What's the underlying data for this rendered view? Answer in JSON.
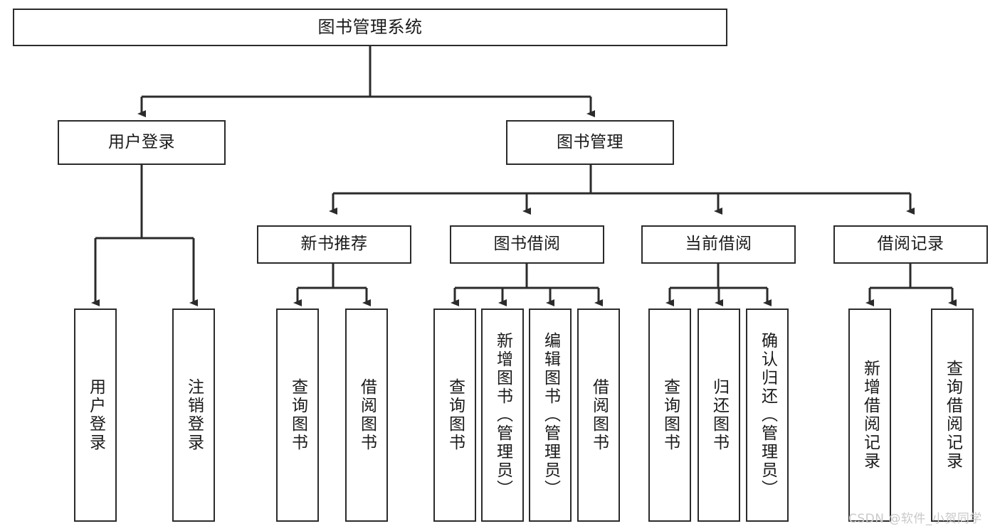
{
  "diagram": {
    "title": "图书管理系统",
    "type": "hierarchy-tree",
    "colors": {
      "stroke": "#2b2b2b",
      "fill": "#ffffff",
      "text": "#1a1a1a",
      "watermark": "#c9c9c9",
      "background": "#ffffff"
    },
    "watermark": "CSDN @软件_小贺同学",
    "nodes": {
      "root": {
        "label": "图书管理系统"
      },
      "level2": [
        {
          "id": "user-login",
          "label": "用户登录"
        },
        {
          "id": "book-manage",
          "label": "图书管理"
        }
      ],
      "level3": [
        {
          "id": "new-book-recommend",
          "label": "新书推荐"
        },
        {
          "id": "book-borrow",
          "label": "图书借阅"
        },
        {
          "id": "current-borrow",
          "label": "当前借阅"
        },
        {
          "id": "borrow-record",
          "label": "借阅记录"
        }
      ],
      "leaves": {
        "user-login": [
          {
            "id": "leaf-user-login",
            "label": "用户登录"
          },
          {
            "id": "leaf-user-logout",
            "label": "注销登录"
          }
        ],
        "new-book-recommend": [
          {
            "id": "leaf-query-book-1",
            "label": "查询图书"
          },
          {
            "id": "leaf-borrow-book-1",
            "label": "借阅图书"
          }
        ],
        "book-borrow": [
          {
            "id": "leaf-query-book-2",
            "label": "查询图书"
          },
          {
            "id": "leaf-add-book",
            "label": "新增图书（管理员）"
          },
          {
            "id": "leaf-edit-book",
            "label": "编辑图书（管理员）"
          },
          {
            "id": "leaf-borrow-book-2",
            "label": "借阅图书"
          }
        ],
        "current-borrow": [
          {
            "id": "leaf-query-book-3",
            "label": "查询图书"
          },
          {
            "id": "leaf-return-book",
            "label": "归还图书"
          },
          {
            "id": "leaf-confirm-return",
            "label": "确认归还（管理员）"
          }
        ],
        "borrow-record": [
          {
            "id": "leaf-add-record",
            "label": "新增借阅记录"
          },
          {
            "id": "leaf-query-record",
            "label": "查询借阅记录"
          }
        ]
      }
    }
  }
}
